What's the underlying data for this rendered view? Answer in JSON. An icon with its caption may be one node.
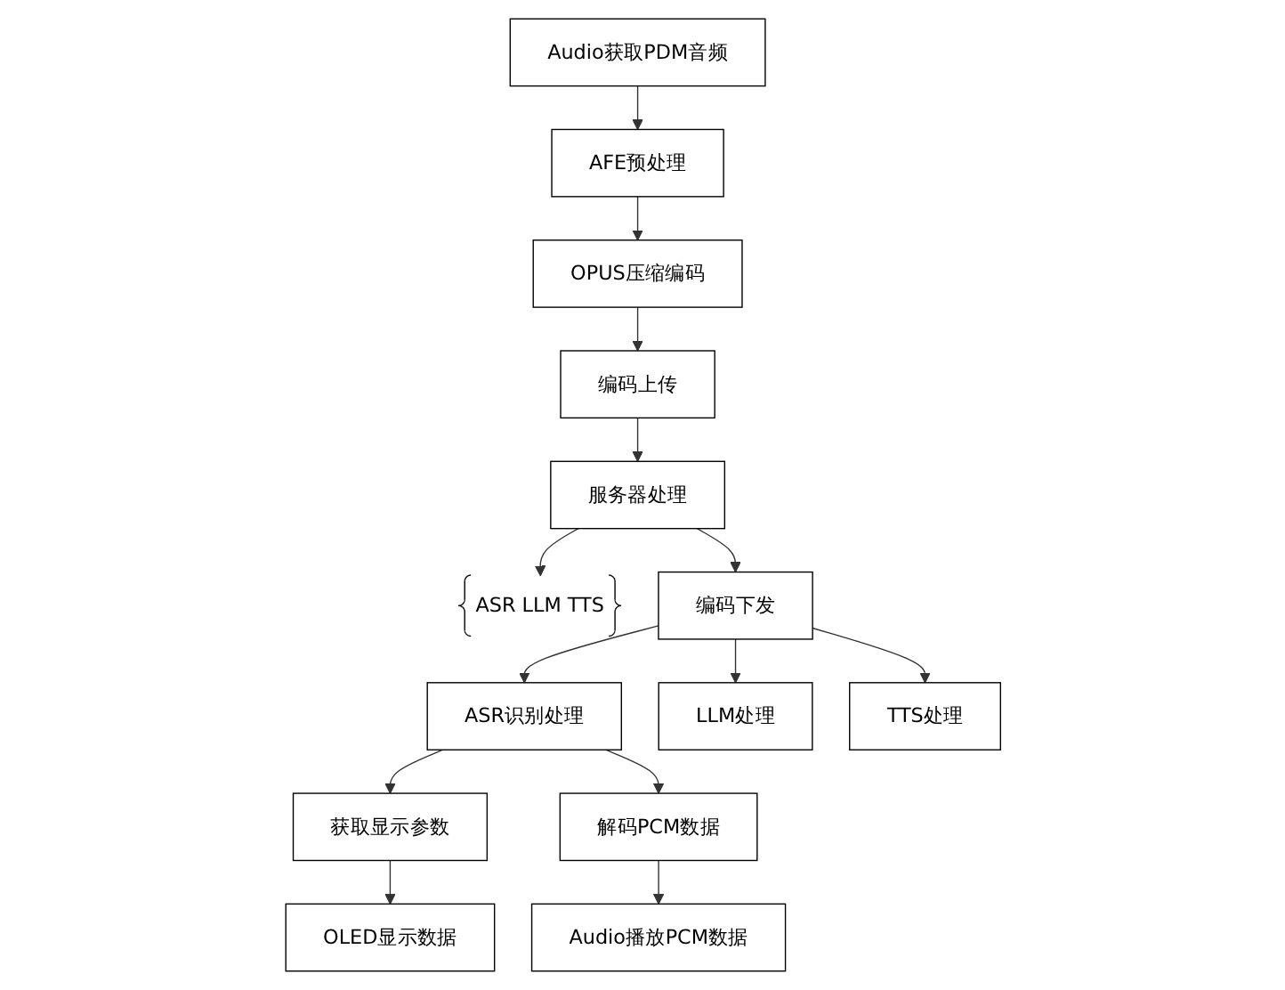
{
  "diagram": {
    "nodes": [
      {
        "text": [
          "Audio获取PDM音频"
        ]
      },
      {
        "text": [
          "AFE预处理"
        ]
      },
      {
        "text": [
          "OPUS压缩编码"
        ]
      },
      {
        "text": [
          "编码上传"
        ]
      },
      {
        "text": [
          "服务器处理"
        ]
      },
      {
        "text": [
          "ASR LLM TTS"
        ]
      },
      {
        "text": [
          "编码下发"
        ]
      },
      {
        "text": [
          "ASR识别处理"
        ]
      },
      {
        "text": [
          "LLM处理"
        ]
      },
      {
        "text": [
          "TTS处理"
        ]
      },
      {
        "text": [
          "获取显示参数"
        ]
      },
      {
        "text": [
          "解码PCM数据"
        ]
      },
      {
        "text": [
          "OLED显示数据"
        ]
      },
      {
        "text": [
          "Audio播放PCM数据"
        ]
      }
    ],
    "edges": [
      {
        "from": 0,
        "to": 1,
        "arrow": "to"
      },
      {
        "from": 1,
        "to": 2,
        "arrow": "to"
      },
      {
        "from": 2,
        "to": 3,
        "arrow": "to"
      },
      {
        "from": 3,
        "to": 4,
        "arrow": "to"
      },
      {
        "from": 4,
        "to": 6,
        "arrow": "to"
      },
      {
        "from": 4,
        "to": 5,
        "arrow": "to"
      },
      {
        "from": 6,
        "to": 7,
        "arrow": "to"
      },
      {
        "from": 6,
        "to": 8,
        "arrow": "to"
      },
      {
        "from": 6,
        "to": 9,
        "arrow": "to"
      },
      {
        "from": 7,
        "to": 10,
        "arrow": "to"
      },
      {
        "from": 7,
        "to": 11,
        "arrow": "to"
      },
      {
        "from": 10,
        "to": 12,
        "arrow": "to"
      },
      {
        "from": 11,
        "to": 13,
        "arrow": "to"
      }
    ]
  }
}
